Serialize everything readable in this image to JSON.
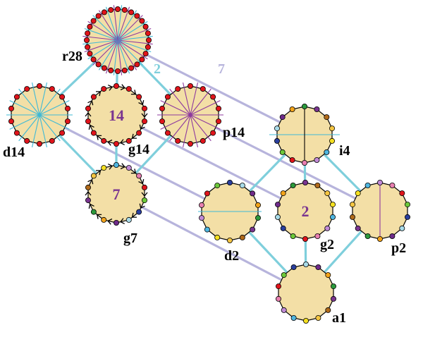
{
  "colors": {
    "fill": "#f3dfa6",
    "outline": "#000000",
    "edge_blue": "#7fcfdc",
    "edge_purple": "#b7b4dc",
    "spoke_blue": "#3fb9d6",
    "spoke_purple": "#8e3a9e",
    "vertex_red": "#e0141b",
    "label_purple": "#7a3590"
  },
  "nodes": [
    {
      "id": "r28",
      "label": "r28",
      "center_label": "",
      "vertex_colors": "red",
      "spokes": "alternate",
      "direction": ""
    },
    {
      "id": "d14",
      "label": "d14",
      "center_label": "",
      "vertex_colors": "red",
      "spokes": "blue",
      "direction": ""
    },
    {
      "id": "g14",
      "label": "g14",
      "center_label": "14",
      "vertex_colors": "red",
      "spokes": "none",
      "direction": "cw"
    },
    {
      "id": "p14",
      "label": "p14",
      "center_label": "",
      "vertex_colors": "red",
      "spokes": "purple",
      "direction": ""
    },
    {
      "id": "i4",
      "label": "i4",
      "center_label": "",
      "vertex_colors": "multi",
      "spokes": "cross",
      "direction": ""
    },
    {
      "id": "g7",
      "label": "g7",
      "center_label": "7",
      "vertex_colors": "multi",
      "spokes": "none",
      "direction": "cw"
    },
    {
      "id": "d2",
      "label": "d2",
      "center_label": "",
      "vertex_colors": "multi",
      "spokes": "horizontal",
      "direction": ""
    },
    {
      "id": "g2",
      "label": "g2",
      "center_label": "2",
      "vertex_colors": "multi",
      "spokes": "none",
      "direction": ""
    },
    {
      "id": "p2",
      "label": "p2",
      "center_label": "",
      "vertex_colors": "multi",
      "spokes": "vertical",
      "direction": ""
    },
    {
      "id": "a1",
      "label": "a1",
      "center_label": "",
      "vertex_colors": "multi",
      "spokes": "none",
      "direction": ""
    }
  ],
  "edges": [
    {
      "from": "r28",
      "to": "d14",
      "color": "blue",
      "label": ""
    },
    {
      "from": "r28",
      "to": "g14",
      "color": "blue",
      "label": ""
    },
    {
      "from": "r28",
      "to": "p14",
      "color": "blue",
      "label": "2"
    },
    {
      "from": "r28",
      "to": "i4",
      "color": "purple",
      "label": "7"
    },
    {
      "from": "d14",
      "to": "g7",
      "color": "blue",
      "label": ""
    },
    {
      "from": "d14",
      "to": "d2",
      "color": "purple",
      "label": ""
    },
    {
      "from": "g14",
      "to": "g7",
      "color": "blue",
      "label": ""
    },
    {
      "from": "g14",
      "to": "g2",
      "color": "purple",
      "label": ""
    },
    {
      "from": "p14",
      "to": "g7",
      "color": "blue",
      "label": ""
    },
    {
      "from": "p14",
      "to": "p2",
      "color": "purple",
      "label": ""
    },
    {
      "from": "i4",
      "to": "d2",
      "color": "blue",
      "label": ""
    },
    {
      "from": "i4",
      "to": "g2",
      "color": "blue",
      "label": ""
    },
    {
      "from": "i4",
      "to": "p2",
      "color": "blue",
      "label": ""
    },
    {
      "from": "g7",
      "to": "a1",
      "color": "purple",
      "label": ""
    },
    {
      "from": "d2",
      "to": "a1",
      "color": "blue",
      "label": ""
    },
    {
      "from": "g2",
      "to": "a1",
      "color": "blue",
      "label": ""
    },
    {
      "from": "p2",
      "to": "a1",
      "color": "blue",
      "label": ""
    }
  ],
  "multi_vertex_palette": [
    "#e0141b",
    "#f2a31a",
    "#f5e020",
    "#6cc83a",
    "#2c9a3c",
    "#4fb6e0",
    "#2a3f9e",
    "#7a3590",
    "#c18ad6",
    "#a9dbe8",
    "#b06a1a",
    "#e87fb0",
    "#6f2b8a",
    "#f4c542"
  ]
}
